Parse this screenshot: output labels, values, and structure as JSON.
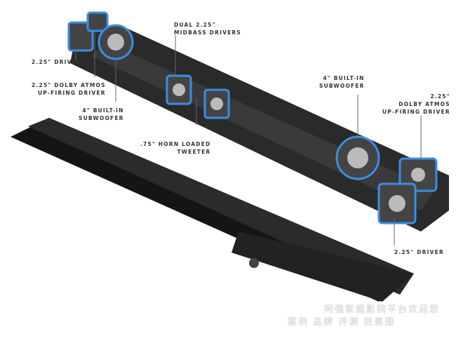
{
  "labels": {
    "driver_left": "2.25\" DRIVER",
    "atmos_left_1": "2.25\" DOLBY ATMOS",
    "atmos_left_2": "UP-FIRING DRIVER",
    "sub_left_1": "4\" BUILT-IN",
    "sub_left_2": "SUBWOOFER",
    "midbass_1": "DUAL 2.25\"",
    "midbass_2": "MIDBASS DRIVERS",
    "tweeter_1": ".75\" HORN LOADED",
    "tweeter_2": "TWEETER",
    "sub_right_1": "4\" BUILT-IN",
    "sub_right_2": "SUBWOOFER",
    "atmos_right_1": "2.25\"",
    "atmos_right_2": "DOLBY ATMOS",
    "atmos_right_3": "UP-FIRING DRIVER",
    "driver_right": "2.25\" DRIVER"
  },
  "watermark": {
    "line1": "阿强家庭影院平台欢迎您",
    "line2": "案例 品牌 评测 效果图"
  },
  "colors": {
    "highlight": "#3a8ee6",
    "body": "#1c1c1c"
  }
}
